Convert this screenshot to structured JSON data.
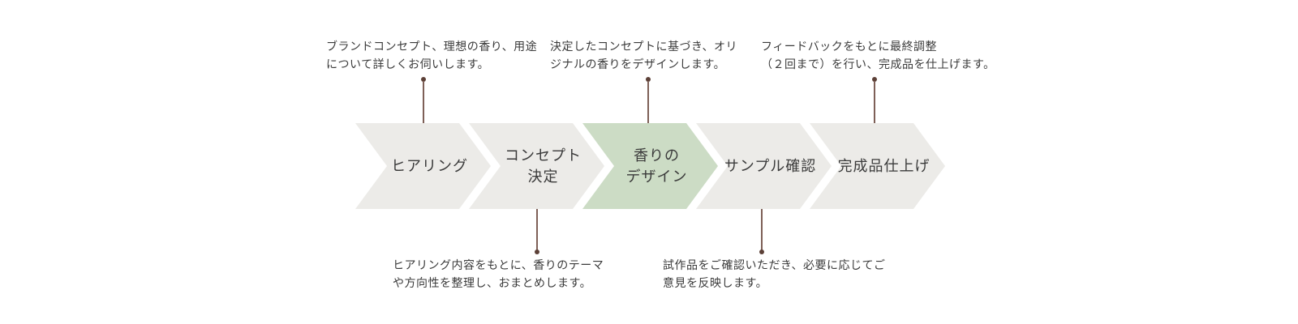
{
  "diagram": {
    "title": "fragrance-development-process-flow",
    "steps": [
      {
        "label": "ヒアリング",
        "highlighted": false
      },
      {
        "label": "コンセプト\n決定",
        "highlighted": false
      },
      {
        "label": "香りの\nデザイン",
        "highlighted": true
      },
      {
        "label": "サンプル確認",
        "highlighted": false
      },
      {
        "label": "完成品仕上げ",
        "highlighted": false
      }
    ],
    "annotations_top": [
      {
        "text": "ブランドコンセプト、理想の香り、用途\nについて詳しくお伺いします。",
        "connects_to": "ヒアリング"
      },
      {
        "text": "決定したコンセプトに基づき、オリ\nジナルの香りをデザインします。",
        "connects_to": "香りのデザイン"
      },
      {
        "text": "フィードバックをもとに最終調整\n（２回まで）を行い、完成品を仕上げます。",
        "connects_to": "完成品仕上げ"
      }
    ],
    "annotations_bottom": [
      {
        "text": "ヒアリング内容をもとに、香りのテーマ\nや方向性を整理し、おまとめします。",
        "connects_to": "コンセプト決定"
      },
      {
        "text": "試作品をご確認いただき、必要に応じてご\n意見を反映します。",
        "connects_to": "サンプル確認"
      }
    ],
    "colors": {
      "step_bg": "#ECEBE8",
      "step_highlight_bg": "#CCDCC5",
      "connector": "#7E6057",
      "dot": "#5C4037",
      "text": "#3A3A3A"
    }
  }
}
